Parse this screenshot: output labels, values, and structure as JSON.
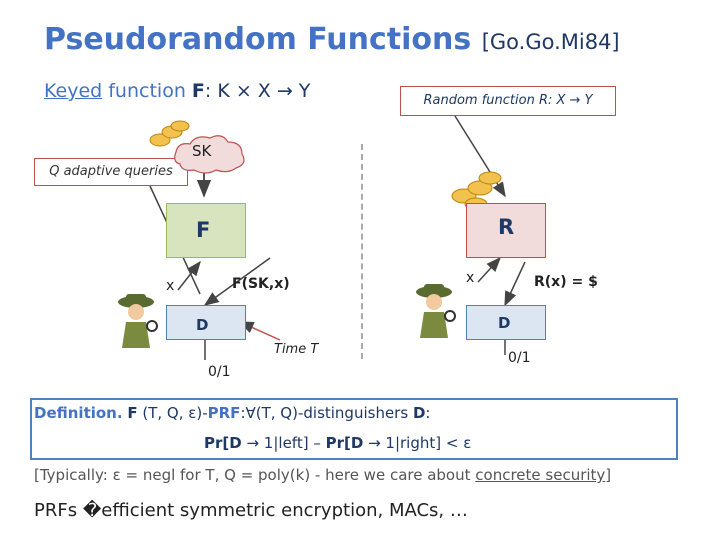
{
  "title": {
    "main": "Pseudorandom Functions",
    "cite": "[Go.Go.Mi84]"
  },
  "keyed": {
    "kw_underlined": "Keyed",
    "kw_rest": " function ",
    "f": "F",
    "sig": ": K × X → Y"
  },
  "random_label": "Random function R: X → Y",
  "left": {
    "queries": "Q adaptive queries",
    "sk": "SK",
    "f_box": "F",
    "x": "x",
    "f_out": "F(SK,x)",
    "d": "D",
    "output": "0/1",
    "time": "Time T"
  },
  "right": {
    "r_box": "R",
    "x": "x",
    "r_out": "R(x) = $",
    "d": "D",
    "output": "0/1"
  },
  "definition": {
    "line1_head": "Definition.",
    "line1_f": "F",
    "line1_params": " (T, Q, ε)-",
    "line1_prf": "PRF",
    "line1_rest": ":∀(T, Q)-distinguishers ",
    "line1_d": "D",
    "line1_colon": ":",
    "line2_pr1": "Pr[D",
    "line2_mid1": " → 1|left] – ",
    "line2_pr2": "Pr[D",
    "line2_mid2": " → 1|right] < ε"
  },
  "typical": {
    "text": "[Typically: ε = negl for T, Q = poly(k) - here we care about ",
    "underlined": "concrete security",
    "close": "]"
  },
  "prfs": {
    "text": "PRFs �efficient symmetric encryption, MACs, …"
  },
  "colors": {
    "accent": "#4472c4",
    "dark": "#1f3864",
    "red": "#c0504d",
    "green": "#9bbb59"
  }
}
